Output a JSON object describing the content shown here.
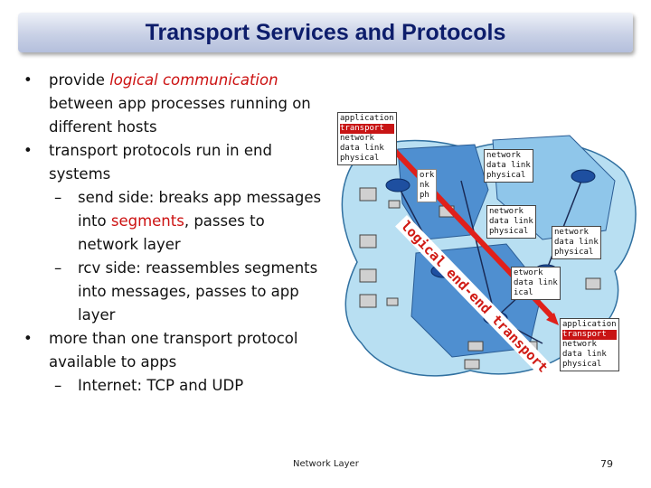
{
  "title": "Transport Services and Protocols",
  "bullets": {
    "b1": {
      "pre": "provide ",
      "highlight": "logical communication",
      "post": " between app processes running on different hosts"
    },
    "b2": {
      "text": "transport protocols run in end systems"
    },
    "b2a": {
      "pre": "send side: breaks app messages into ",
      "highlight": "segments",
      "post": ", passes to  network layer"
    },
    "b2b": {
      "text": "rcv side: reassembles segments into messages, passes to app layer"
    },
    "b3": {
      "text": "more than one transport protocol available to apps"
    },
    "b3a": {
      "text": "Internet: TCP and UDP"
    }
  },
  "diagram": {
    "arrow_label": "logical end-end transport",
    "stack_full": [
      "application",
      "transport",
      "network",
      "data link",
      "physical"
    ],
    "stack_router": [
      "network",
      "data link",
      "physical"
    ],
    "partial_top": [
      "network",
      "data link",
      "physical"
    ],
    "partial_left": [
      "ork",
      "nk",
      "ph"
    ],
    "partial_mid": [
      "etwork",
      "data link",
      "ical"
    ],
    "highlight_color": "#c81414"
  },
  "footer": {
    "label": "Network Layer",
    "page": "79"
  }
}
